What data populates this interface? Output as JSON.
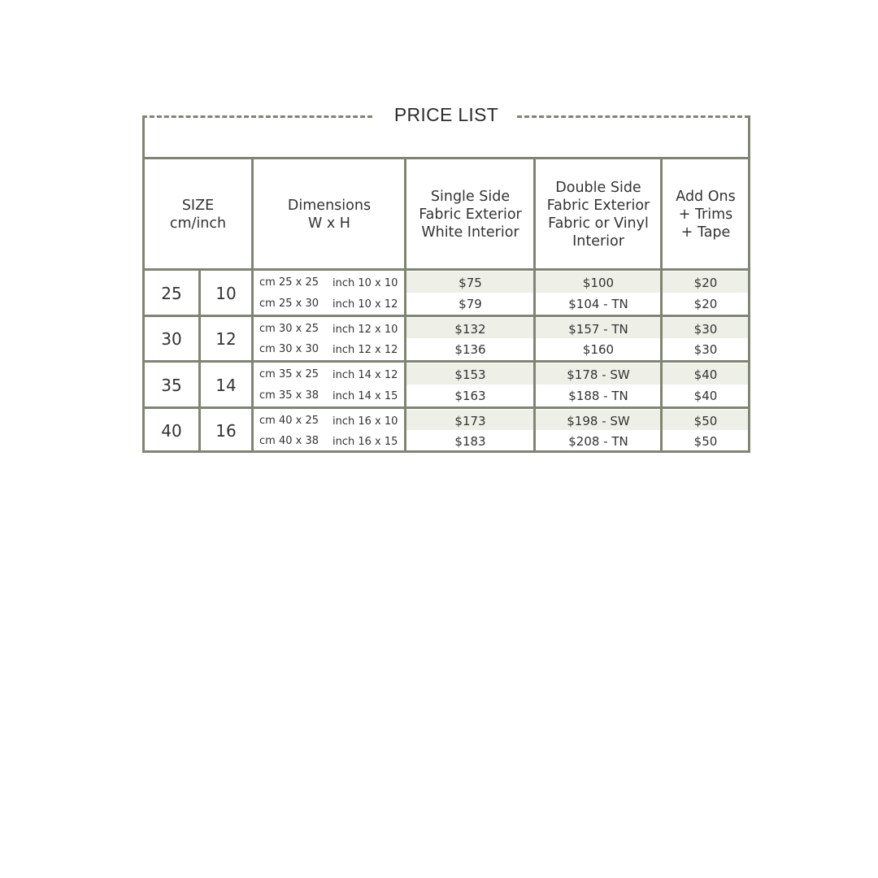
{
  "title": "PRICE LIST",
  "headers": {
    "size": [
      "SIZE",
      "cm/inch"
    ],
    "dimensions": [
      "Dimensions",
      "W x H"
    ],
    "single": [
      "Single Side",
      "Fabric Exterior",
      "White Interior"
    ],
    "double": [
      "Double Side",
      "Fabric Exterior",
      "Fabric or Vinyl",
      "Interior"
    ],
    "addons": [
      "Add Ons",
      "+ Trims",
      "+ Tape"
    ]
  },
  "groups": [
    {
      "cm": "25",
      "inch": "10",
      "rows": [
        {
          "dim_cm": "cm 25 x 25",
          "dim_inch": "inch 10 x 10",
          "single": "$75",
          "double": "$100",
          "addon": "$20"
        },
        {
          "dim_cm": "cm 25 x 30",
          "dim_inch": "inch 10 x 12",
          "single": "$79",
          "double": "$104 - TN",
          "addon": "$20"
        }
      ]
    },
    {
      "cm": "30",
      "inch": "12",
      "rows": [
        {
          "dim_cm": "cm 30 x 25",
          "dim_inch": "inch 12 x 10",
          "single": "$132",
          "double": "$157 - TN",
          "addon": "$30"
        },
        {
          "dim_cm": "cm 30 x 30",
          "dim_inch": "inch 12 x 12",
          "single": "$136",
          "double": "$160",
          "addon": "$30"
        }
      ]
    },
    {
      "cm": "35",
      "inch": "14",
      "rows": [
        {
          "dim_cm": "cm 35 x 25",
          "dim_inch": "inch 14 x 12",
          "single": "$153",
          "double": "$178 - SW",
          "addon": "$40"
        },
        {
          "dim_cm": "cm 35 x 38",
          "dim_inch": "inch 14 x 15",
          "single": "$163",
          "double": "$188 - TN",
          "addon": "$40"
        }
      ]
    },
    {
      "cm": "40",
      "inch": "16",
      "rows": [
        {
          "dim_cm": "cm 40 x 25",
          "dim_inch": "inch 16 x 10",
          "single": "$173",
          "double": "$198 - SW",
          "addon": "$50"
        },
        {
          "dim_cm": "cm 40 x 38",
          "dim_inch": "inch 16 x 15",
          "single": "$183",
          "double": "$208 - TN",
          "addon": "$50"
        }
      ]
    }
  ],
  "colors": {
    "border": "#7f8574",
    "stripe": "#eef0e8",
    "text": "#333333"
  }
}
